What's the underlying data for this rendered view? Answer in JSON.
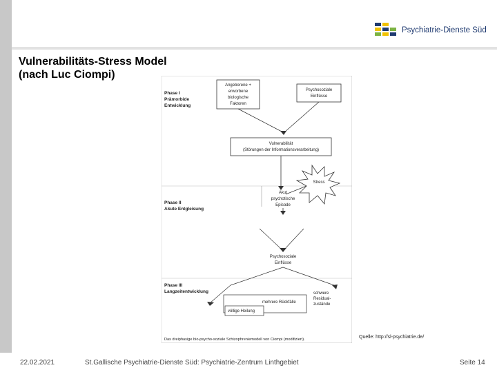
{
  "brand": {
    "logo_text": "Psychiatrie-Dienste Süd"
  },
  "slide": {
    "title_line1": "Vulnerabilitäts-Stress Model",
    "title_line2": "(nach Luc Ciompi)"
  },
  "figure": {
    "phase1_line1": "Phase I",
    "phase1_line2": "Prämorbide",
    "phase1_line3": "Entwicklung",
    "phase2_line1": "Phase II",
    "phase2_line2": "Akute Entgleisung",
    "phase3_line1": "Phase III",
    "phase3_line2": "Langzeitentwicklung",
    "box_innate_1": "Angeborene +",
    "box_innate_2": "erworbene",
    "box_innate_3": "biologische",
    "box_innate_4": "Faktoren",
    "box_psychosocial_1": "Psychosoziale",
    "box_psychosocial_2": "Einflüsse",
    "box_vuln_1": "Vulnerabilität",
    "box_vuln_2": "(Störungen der Informationsverarbeitung)",
    "stress_label": "Stress",
    "acute_1": "Akut",
    "acute_2": "psychotische",
    "acute_3": "Episode",
    "psychosocial2_1": "Psychosoziale",
    "psychosocial2_2": "Einflüsse",
    "residual_1": "schwere",
    "residual_2": "Residual-",
    "residual_3": "zustände",
    "relapses": "mehrere Rückfälle",
    "healing": "völlige Heilung",
    "caption": "Das dreiphasige bio-psycho-soziale Schizophreniemodell von Ciompi (modifiziert)."
  },
  "source": {
    "quelle": "Quelle: http://sl-psychiatrie.de/"
  },
  "footer": {
    "date": "22.02.2021",
    "center": "St.Gallische Psychiatrie-Dienste Süd: Psychiatrie-Zentrum Linthgebiet",
    "page": "Seite 14"
  }
}
